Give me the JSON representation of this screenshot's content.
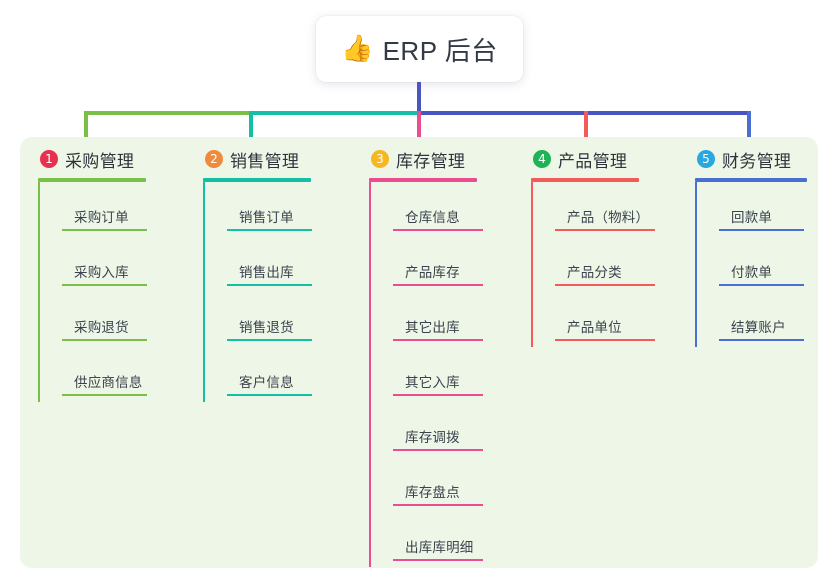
{
  "root": {
    "icon": "thumbs-up-emoji",
    "emoji": "👍",
    "title": "ERP 后台"
  },
  "palette": {
    "panel_bg": "#eef7e7",
    "page_bg": "#ffffff",
    "root_line": "#4a55c4",
    "text": "#2e343d"
  },
  "connectors": {
    "segments": [
      {
        "name": "green-segment",
        "color": "#79bf48"
      },
      {
        "name": "teal-segment",
        "color": "#15bfa6"
      },
      {
        "name": "blue-segment",
        "color": "#4a55c4"
      }
    ],
    "drops": [
      {
        "name": "drop-1",
        "color": "#79bf48"
      },
      {
        "name": "drop-2",
        "color": "#15bfa6"
      },
      {
        "name": "drop-3",
        "color": "#ea4e91"
      },
      {
        "name": "drop-4",
        "color": "#f35a5a"
      },
      {
        "name": "drop-5",
        "color": "#4a6fd0"
      }
    ]
  },
  "columns": [
    {
      "index": "1",
      "badge_color": "#e8304f",
      "line_color": "#79bf48",
      "title": "采购管理",
      "items": [
        {
          "label": "采购订单"
        },
        {
          "label": "采购入库"
        },
        {
          "label": "采购退货"
        },
        {
          "label": "供应商信息"
        }
      ]
    },
    {
      "index": "2",
      "badge_color": "#f08a3c",
      "line_color": "#15bfa6",
      "title": "销售管理",
      "items": [
        {
          "label": "销售订单"
        },
        {
          "label": "销售出库"
        },
        {
          "label": "销售退货"
        },
        {
          "label": "客户信息"
        }
      ]
    },
    {
      "index": "3",
      "badge_color": "#f5b821",
      "line_color": "#ea4e91",
      "title": "库存管理",
      "items": [
        {
          "label": "仓库信息"
        },
        {
          "label": "产品库存"
        },
        {
          "label": "其它出库"
        },
        {
          "label": "其它入库"
        },
        {
          "label": "库存调拨"
        },
        {
          "label": "库存盘点"
        },
        {
          "label": "出库库明细"
        }
      ]
    },
    {
      "index": "4",
      "badge_color": "#1eb455",
      "line_color": "#f35a5a",
      "title": "产品管理",
      "items": [
        {
          "label": "产品（物料）"
        },
        {
          "label": "产品分类"
        },
        {
          "label": "产品单位"
        }
      ]
    },
    {
      "index": "5",
      "badge_color": "#29a8e0",
      "line_color": "#4a6fd0",
      "title": "财务管理",
      "items": [
        {
          "label": "回款单"
        },
        {
          "label": "付款单"
        },
        {
          "label": "结算账户"
        }
      ]
    }
  ]
}
